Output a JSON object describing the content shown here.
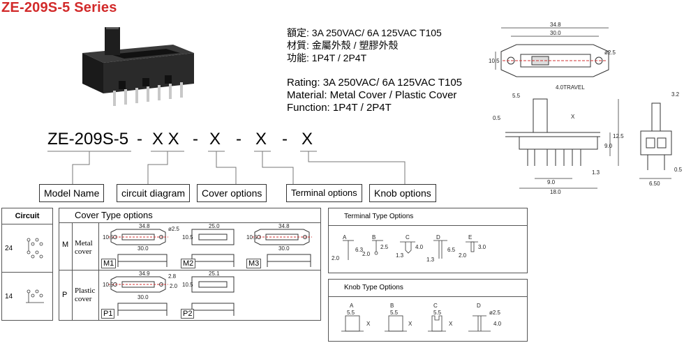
{
  "title": "ZE-209S-5 Series",
  "specs_cn": [
    "額定: 3A 250VAC/ 6A 125VAC T105",
    "材質: 金屬外殼 / 塑膠外殼",
    "功能: 1P4T / 2P4T"
  ],
  "specs_en": [
    "Rating: 3A 250VAC/ 6A 125VAC T105",
    "Material: Metal Cover /  Plastic Cover",
    "Function: 1P4T / 2P4T"
  ],
  "part_number": {
    "base": "ZE-209S-5",
    "sep1": "-",
    "xx": "X X",
    "sep2": "-",
    "x1": "X",
    "sep3": "-",
    "x2": "X",
    "sep4": "-",
    "x3": "X"
  },
  "code_labels": [
    "Model  Name",
    "circuit diagram",
    "Cover  options",
    "Terminal options",
    "Knob  options"
  ],
  "drawing_dims": {
    "top": [
      "34.8",
      "30.0",
      "10.5",
      "ø2.5"
    ],
    "front": [
      "5.5",
      "4.0TRAVEL",
      "X",
      "0.5",
      "9.0",
      "12.5",
      "1.3",
      "9.0",
      "18.0"
    ],
    "side": [
      "3.2",
      "0.5",
      "6.50"
    ]
  },
  "circuit": {
    "header": "Circuit",
    "rows": [
      "24",
      "14"
    ]
  },
  "cover": {
    "header": "Cover  Type    options",
    "groups": [
      {
        "letter": "M",
        "name": "Metal cover",
        "items": [
          {
            "code": "M1",
            "dims": [
              "34.8",
              "ø2.5",
              "10.5",
              "30.0"
            ]
          },
          {
            "code": "M2",
            "dims": [
              "25.0",
              "10.5"
            ]
          },
          {
            "code": "M3",
            "dims": [
              "34.8",
              "10.5",
              "30.0"
            ]
          }
        ]
      },
      {
        "letter": "P",
        "name": "Plastic cover",
        "items": [
          {
            "code": "P1",
            "dims": [
              "34.9",
              "2.8",
              "10.5",
              "30.0",
              "2.0"
            ]
          },
          {
            "code": "P2",
            "dims": [
              "25.1",
              "10.5"
            ]
          }
        ]
      }
    ]
  },
  "terminal": {
    "header": "Terminal Type Options",
    "items": [
      {
        "code": "A",
        "dims": [
          "6.3",
          "2.0"
        ]
      },
      {
        "code": "B",
        "dims": [
          "2.5",
          "2.0"
        ]
      },
      {
        "code": "C",
        "dims": [
          "4.0",
          "1.3"
        ]
      },
      {
        "code": "D",
        "dims": [
          "6.5",
          "1.3"
        ]
      },
      {
        "code": "E",
        "dims": [
          "3.0",
          "2.0"
        ]
      }
    ]
  },
  "knob": {
    "header": "Knob Type Options",
    "items": [
      {
        "code": "A",
        "dims": [
          "5.5",
          "X"
        ]
      },
      {
        "code": "B",
        "dims": [
          "5.5",
          "X"
        ]
      },
      {
        "code": "C",
        "dims": [
          "5.5",
          "X"
        ]
      },
      {
        "code": "D",
        "dims": [
          "ø2.5",
          "4.0"
        ]
      }
    ]
  },
  "colors": {
    "title": "#d22a2a",
    "dim_red": "#d03030"
  }
}
